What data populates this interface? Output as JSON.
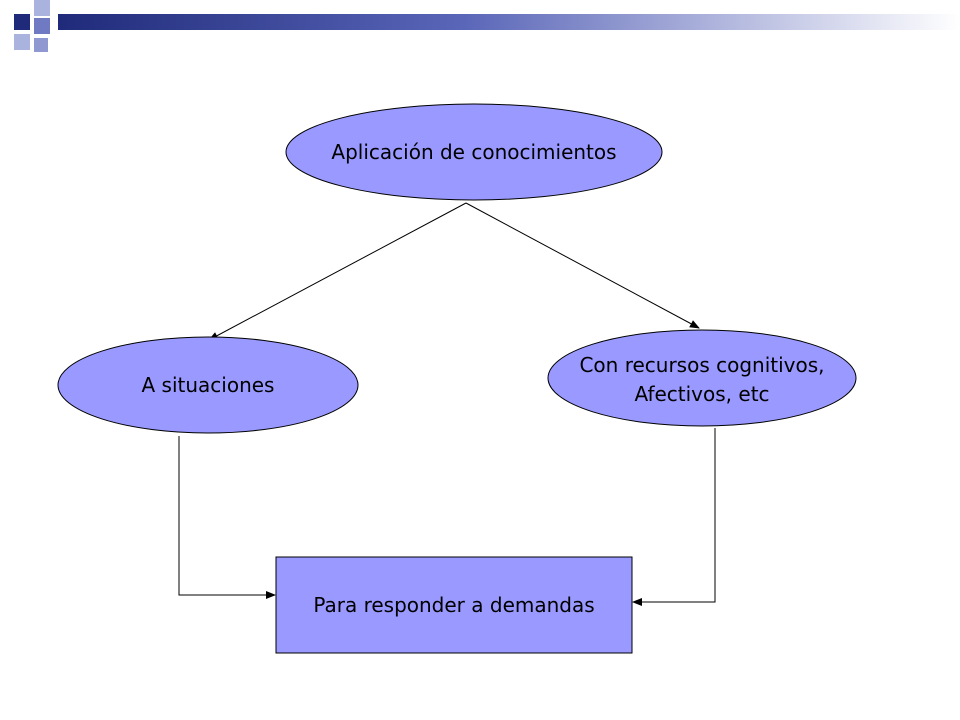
{
  "colors": {
    "node_fill": "#9999ff",
    "node_stroke": "#000000",
    "connector": "#000000",
    "deco_dark": "#1f2a7a",
    "deco_mid": "#5a66b8",
    "deco_light": "#aab2de"
  },
  "nodes": {
    "top": {
      "label": "Aplicación de conocimientos"
    },
    "left": {
      "label": "A situaciones"
    },
    "right": {
      "line1": "Con recursos cognitivos,",
      "line2": "Afectivos, etc"
    },
    "bottom": {
      "label": "Para responder a demandas"
    }
  }
}
